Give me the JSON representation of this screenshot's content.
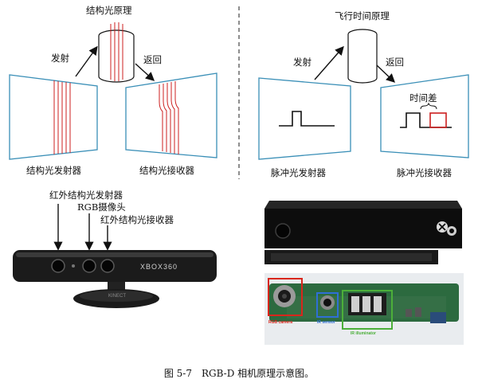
{
  "structured_light": {
    "title": "结构光原理",
    "emit_label": "发射",
    "return_label": "返回",
    "emitter_label": "结构光发射器",
    "receiver_label": "结构光接收器"
  },
  "tof": {
    "title": "飞行时间原理",
    "emit_label": "发射",
    "return_label": "返回",
    "time_diff_label": "时间差",
    "emitter_label": "脉冲光发射器",
    "receiver_label": "脉冲光接收器"
  },
  "kinect360": {
    "ir_emitter_label": "红外结构光发射器",
    "rgb_camera_label": "RGB摄像头",
    "ir_receiver_label": "红外结构光接收器",
    "device_brand": "XBOX360",
    "base_text": "KINECT"
  },
  "pcb": {
    "rgb_label": "RGB camera",
    "ir_sensor_label": "IR sensor",
    "ir_illuminator_label": "IR illuminator",
    "colors": {
      "rgb": "#d9261c",
      "ir_sensor": "#2f6fd6",
      "ir_illuminator": "#4caf3a"
    }
  },
  "caption": {
    "figure_number": "图 5-7",
    "text": "RGB-D 相机原理示意图。"
  },
  "colors": {
    "accent_red": "#cc1f1f",
    "line": "#111111",
    "panel_border": "#3a8fb7"
  }
}
